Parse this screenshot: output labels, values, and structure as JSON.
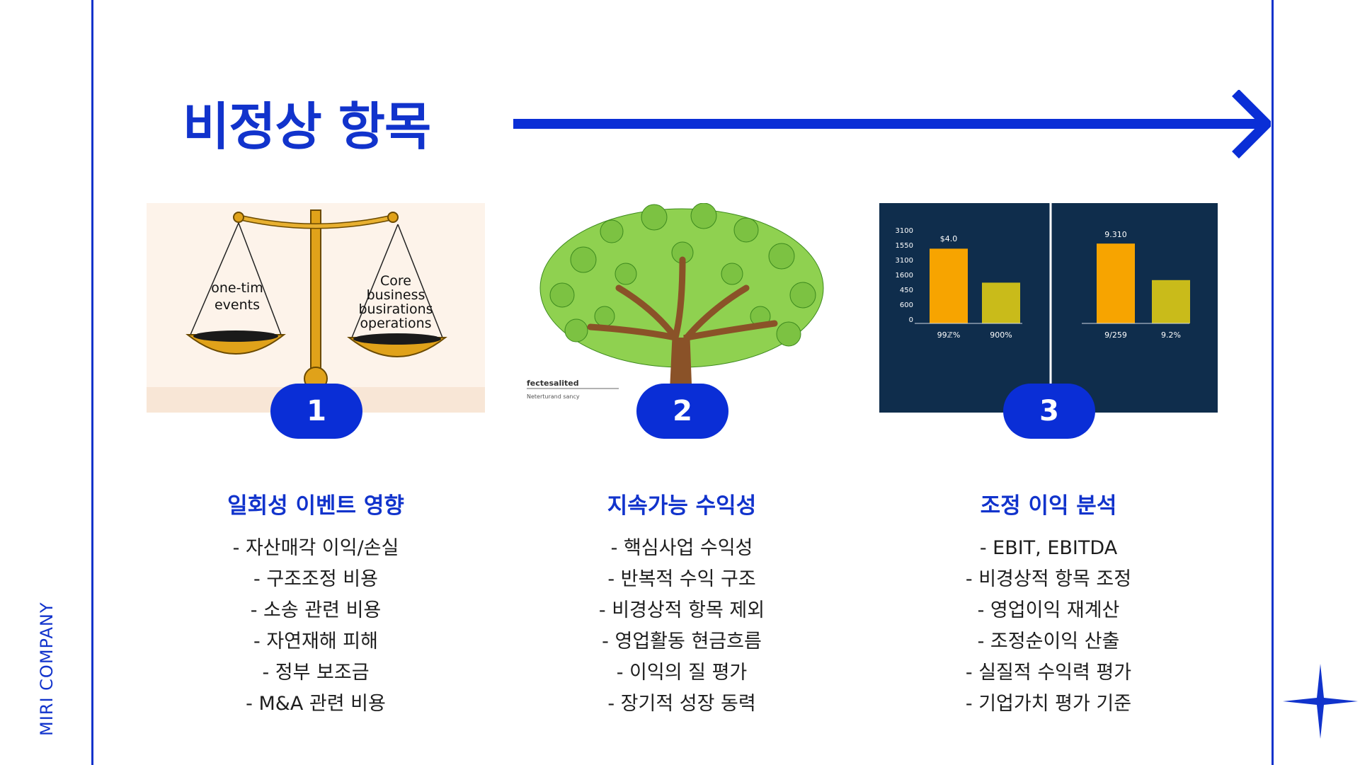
{
  "brand": "MIRI COMPANY",
  "title": "비정상 항목",
  "cards": [
    {
      "number": "1",
      "heading": "일회성 이벤트 영향",
      "items": [
        "- 자산매각 이익/손실",
        "- 구조조정 비용",
        "- 소송 관련 비용",
        "- 자연재해 피해",
        "- 정부 보조금",
        "- M&A 관련 비용"
      ],
      "image_labels": {
        "left_pan": [
          "one-tim",
          "events"
        ],
        "right_pan": [
          "Core",
          "business",
          "busirations",
          "operations"
        ]
      }
    },
    {
      "number": "2",
      "heading": "지속가능 수익성",
      "items": [
        "- 핵심사업 수익성",
        "- 반복적 수익 구조",
        "- 비경상적 항목 제외",
        "- 영업활동 현금흐름",
        "- 이익의 질 평가",
        "- 장기적 성장 동력"
      ],
      "image_labels": {
        "caption": "fectesalited",
        "subcaption": "Neterturand sancy"
      }
    },
    {
      "number": "3",
      "heading": "조정 이익 분석",
      "items": [
        "- EBIT, EBITDA",
        "- 비경상적 항목 조정",
        "- 영업이익 재계산",
        "- 조정순이익 산출",
        "- 실질적 수익력 평가",
        "- 기업가치 평가 기준"
      ],
      "image_labels": {
        "yticks": [
          "3100",
          "1550",
          "3100",
          "1600",
          "450",
          "600",
          "0"
        ],
        "left_panel": {
          "top_label": "$4.0",
          "bars": [
            {
              "label": "99ℤ%",
              "value": 0.88,
              "color": "#f7a400"
            },
            {
              "label": "900%",
              "value": 0.48,
              "color": "#c9bb1a"
            }
          ]
        },
        "right_panel": {
          "top_label": "9.310",
          "bars": [
            {
              "label": "9/259",
              "value": 0.94,
              "color": "#f7a400"
            },
            {
              "label": "9.2%",
              "value": 0.51,
              "color": "#c9bb1a"
            }
          ]
        }
      }
    }
  ],
  "colors": {
    "accent": "#1133cc",
    "badge": "#0a2ed6"
  }
}
